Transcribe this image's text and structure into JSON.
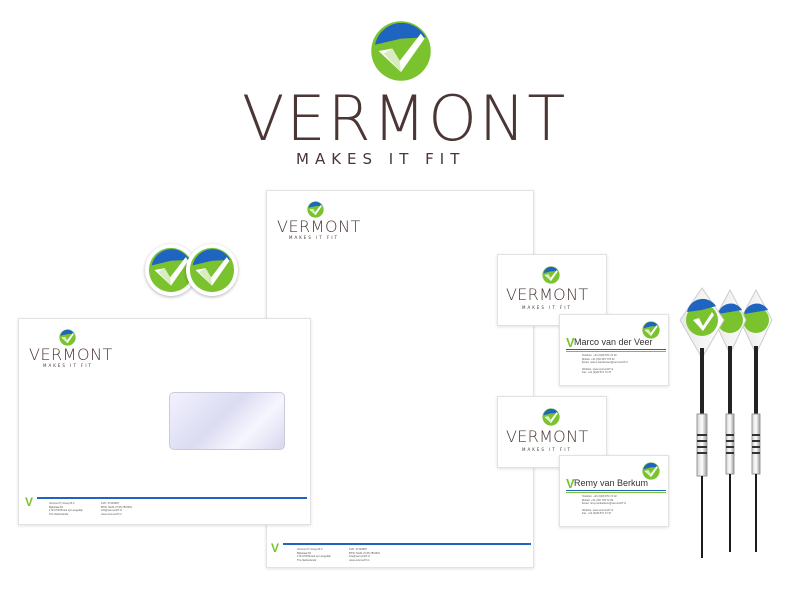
{
  "brand": {
    "wordmark": "VERMONT",
    "tagline": "MAKES IT FIT",
    "colors": {
      "blue": "#1f64c0",
      "green": "#7ac32e",
      "brown": "#4a3634"
    }
  },
  "letterhead": {
    "footer_left": [
      "Vermont IT Groep B.V.",
      "Bijlestaal 63",
      "1721 PW Broek op Langedijk",
      "The Netherlands"
    ],
    "footer_right": [
      "KVK: 37110987",
      "BTW: NL81.27.65.780.B01",
      "info@vermontIT.nl",
      "www.vermontIT.nl"
    ]
  },
  "envelope": {
    "footer_left": [
      "Vermont IT Groep B.V.",
      "Bijlestaal 63",
      "1721 PW Broek op Langedijk",
      "The Netherlands"
    ],
    "footer_right": [
      "KVK: 37110987",
      "BTW: NL81.27.65.780.B01",
      "info@vermontIT.nl",
      "www.vermontIT.nl"
    ]
  },
  "cards": [
    {
      "name": "Marco van der Veer",
      "fields": [
        [
          "Telefoon",
          "+31 (0)26 874 74 32"
        ],
        [
          "Mobiel",
          "+31 (0)6 287 778 32"
        ],
        [
          "Email",
          "marco.vanderveer@vermontIT.nl"
        ],
        [
          "Website",
          "www.vermontIT.nl"
        ],
        [
          "Fax",
          "+31 (0)26 874 74 37"
        ]
      ]
    },
    {
      "name": "Remy van Berkum",
      "fields": [
        [
          "Telefoon",
          "+31 (0)26 874 74 32"
        ],
        [
          "Mobiel",
          "+31 (0)6 739 72 99"
        ],
        [
          "Email",
          "remy.vanberkum@vermontIT.nl"
        ],
        [
          "Website",
          "www.vermontIT.nl"
        ],
        [
          "Fax",
          "+31 (0)26 874 74 37"
        ]
      ]
    }
  ]
}
